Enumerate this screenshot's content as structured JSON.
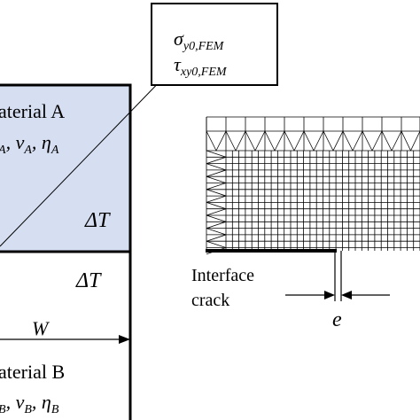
{
  "callout": {
    "sigma_base": "σ",
    "sigma_sub": "y0,FEM",
    "tau_base": "τ",
    "tau_sub": "xy0,FEM"
  },
  "material_a": {
    "label": "aterial  A",
    "e_sub": "A",
    "nu_base": "ν",
    "nu_sub": "A",
    "eta_base": "η",
    "eta_sub": "A",
    "delta_t": "ΔT",
    "fill": "#d6def2"
  },
  "material_b": {
    "label": "aterial  B",
    "e_sub": "B",
    "nu_base": "ν",
    "nu_sub": "B",
    "eta_base": "η",
    "eta_sub": "B",
    "delta_t": "ΔT"
  },
  "dimension": {
    "width_label": "W"
  },
  "crack": {
    "label_line1": "Interface",
    "label_line2": "crack",
    "gap_label": "e"
  }
}
